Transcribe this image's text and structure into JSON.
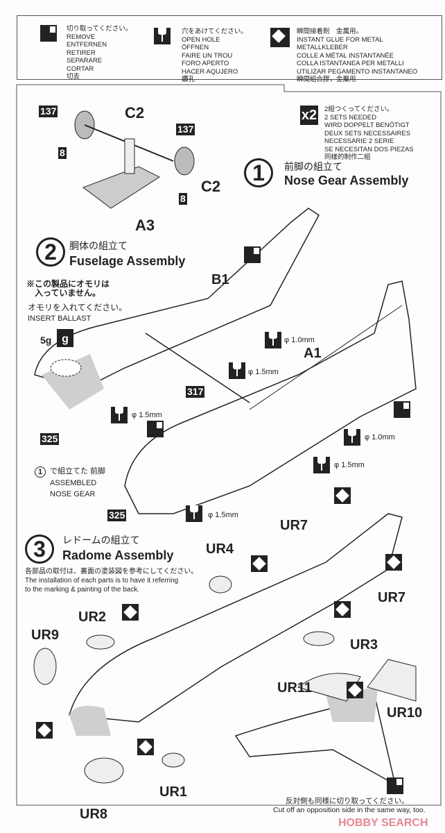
{
  "legend": {
    "remove": {
      "icon": "cut-off-icon",
      "lines": [
        "切り取ってください。",
        "REMOVE",
        "ENTFERNEN",
        "RETIRER",
        "SEPARARE",
        "CORTAR",
        "切去"
      ]
    },
    "open_hole": {
      "icon": "drill-hole-icon",
      "lines": [
        "穴をあけてください。",
        "OPEN HOLE",
        "ÖFFNEN",
        "FAIRE UN TROU",
        "FORO APERTO",
        "HACER AQUJERO",
        "鑽孔"
      ]
    },
    "glue": {
      "icon": "instant-glue-icon",
      "lines": [
        "瞬間接着剤　金属用。",
        "INSTANT GLUE FOR METAL",
        "METALLKLEBER",
        "COLLE A MÉTAL INSTANTANÉE",
        "COLLA ISTANTANEA PER METALLI",
        "UTILIZAR PEGAMENTO INSTANTANEO",
        "瞬間組合膠，金屬用"
      ]
    },
    "x2": {
      "icon_label": "x2",
      "lines": [
        "2組つくってください。",
        "2 SETS NEEDED",
        "WIRD DOPPELT BENÖTIGT",
        "DEUX SETS NECESSAIRES",
        "NECESSARIE 2 SERIE",
        "SE NECESITAN DOS PIEZAS",
        "同樣的制作二組"
      ]
    }
  },
  "step1": {
    "number": "1",
    "title_jp": "前脚の組立て",
    "title_en": "Nose Gear Assembly",
    "parts": [
      "137",
      "C2",
      "8",
      "137",
      "C2",
      "8",
      "A3"
    ]
  },
  "step2": {
    "number": "2",
    "title_jp": "胴体の組立て",
    "title_en": "Fuselage Assembly",
    "note_jp1": "※この製品にオモリは",
    "note_jp2": "入っていません。",
    "note_jp3": "オモリを入れてください。",
    "note_en": "INSERT BALLAST",
    "ballast": "5g",
    "ballast_icon": "g",
    "parts": [
      "B1",
      "A1",
      "317",
      "325",
      "325"
    ],
    "holes": [
      "φ 1.0mm",
      "φ 1.5mm",
      "φ 1.5mm",
      "φ 1.0mm",
      "φ 1.5mm",
      "φ 1.5mm"
    ],
    "ref_num": "1",
    "ref_jp": "で組立てた 前脚",
    "ref_en1": "ASSEMBLED",
    "ref_en2": "NOSE GEAR"
  },
  "step3": {
    "number": "3",
    "title_jp": "レドームの組立て",
    "title_en": "Radome Assembly",
    "note_jp": "各部品の取付は、裏面の塗装図を参考にしてください。",
    "note_en1": "The installation of each parts is to have it referring",
    "note_en2": "to the marking & painting of the back.",
    "parts": [
      "UR7",
      "UR4",
      "UR7",
      "UR2",
      "UR3",
      "UR9",
      "UR11",
      "UR10",
      "UR1",
      "UR8"
    ],
    "footer_jp": "反対側も同様に切り取ってください。",
    "footer_en": "Cut off an opposition side in the same way, too."
  },
  "watermark": "HOBBY SEARCH",
  "colors": {
    "ink": "#222222",
    "shade": "#cfcfcf",
    "watermark": "#e06a7a"
  }
}
